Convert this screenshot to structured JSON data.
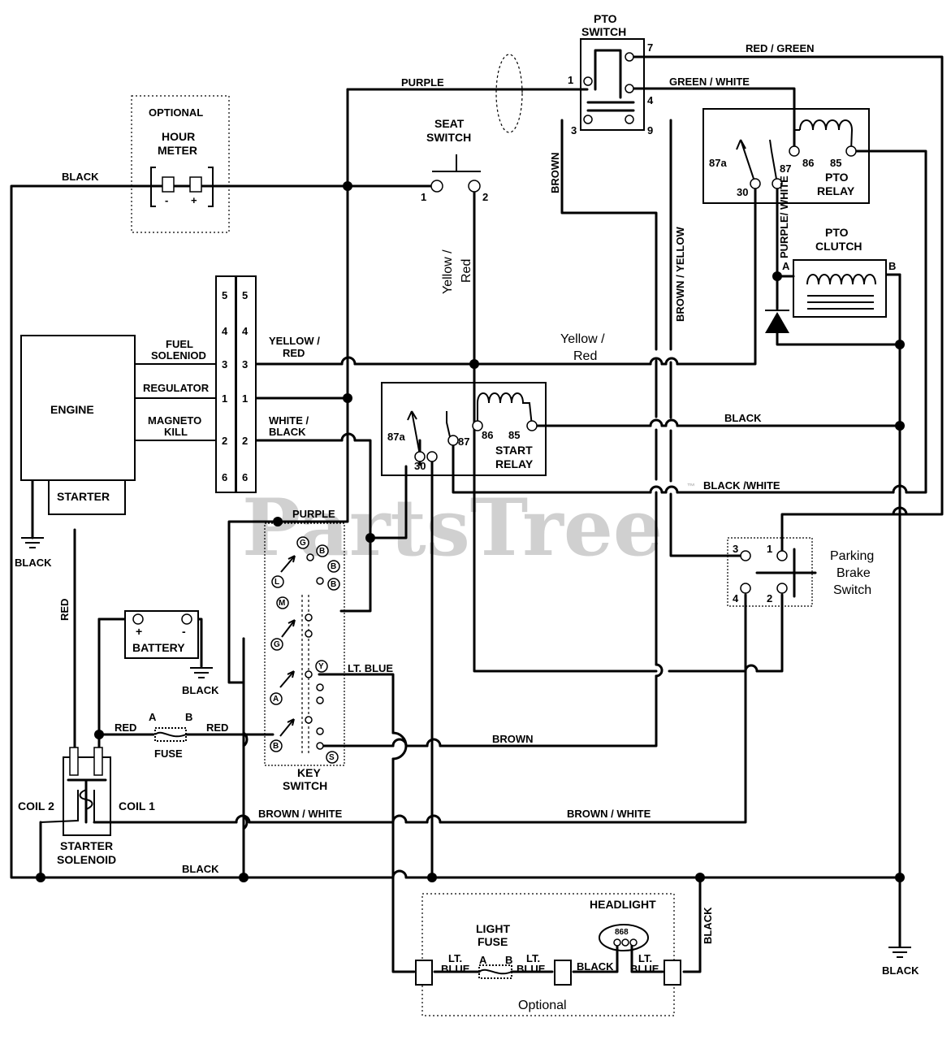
{
  "watermark": {
    "text": "PartsTree",
    "tm": "™"
  },
  "components": {
    "engine": "ENGINE",
    "starter": "STARTER",
    "battery": "BATTERY",
    "fuse": "FUSE",
    "key_switch": [
      "KEY",
      "SWITCH"
    ],
    "starter_solenoid": [
      "STARTER",
      "SOLENOID"
    ],
    "coil2": "COIL 2",
    "coil1": "COIL 1",
    "hour_meter": {
      "optional": "OPTIONAL",
      "title": [
        "HOUR",
        "METER"
      ],
      "minus": "-",
      "plus": "+"
    },
    "seat_switch": [
      "SEAT",
      "SWITCH"
    ],
    "pto_switch": [
      "PTO",
      "SWITCH"
    ],
    "pto_relay": [
      "PTO",
      "RELAY"
    ],
    "pto_clutch": [
      "PTO",
      "CLUTCH"
    ],
    "start_relay": [
      "START",
      "RELAY"
    ],
    "parking_brake": [
      "Parking",
      "Brake",
      "Switch"
    ],
    "headlight": "HEADLIGHT",
    "light_fuse": [
      "LIGHT",
      "FUSE"
    ],
    "optional_light": "Optional",
    "engine_pins": {
      "fuel": [
        "FUEL",
        "SOLENIOD"
      ],
      "regulator": "REGULATOR",
      "magneto": [
        "MAGNETO",
        "KILL"
      ]
    },
    "connector_pins": [
      "5",
      "4",
      "3",
      "1",
      "2",
      "6"
    ],
    "relay_pins": {
      "p87a": "87a",
      "p30": "30",
      "p87": "87",
      "p86": "86",
      "p85": "85"
    },
    "pto_switch_pins": {
      "p1": "1",
      "p3": "3",
      "p4": "4",
      "p7": "7",
      "p9": "9"
    },
    "seat_pins": {
      "p1": "1",
      "p2": "2"
    },
    "brake_pins": {
      "p1": "1",
      "p2": "2",
      "p3": "3",
      "p4": "4"
    },
    "clutch_pins": {
      "a": "A",
      "b": "B"
    },
    "fuse_pins": {
      "a": "A",
      "b": "B"
    },
    "battery_pins": {
      "plus": "+",
      "minus": "-"
    },
    "key_letters": [
      "G",
      "B",
      "B",
      "B",
      "L",
      "M",
      "G",
      "Y",
      "A",
      "B",
      "S"
    ],
    "headlight_socket": "868"
  },
  "wires": {
    "black": "BLACK",
    "purple": "PURPLE",
    "red_green": "RED / GREEN",
    "green_white": "GREEN / WHITE",
    "brown": "BROWN",
    "brown_yellow": "BROWN / YELLOW",
    "purple_white": "PURPLE/ WHITE",
    "yellow_red_upper": [
      "Yellow /",
      "Red"
    ],
    "yellow_red_engine": [
      "YELLOW /",
      "RED"
    ],
    "yellow_red_mid": [
      "Yellow /",
      "Red"
    ],
    "white_black": [
      "WHITE /",
      "BLACK"
    ],
    "black_white": "BLACK /WHITE",
    "lt_blue": "LT. BLUE",
    "red": "RED",
    "brown_white": "BROWN / WHITE",
    "black_ground": "BLACK",
    "lt_blue_short": [
      "LT.",
      "BLUE"
    ]
  }
}
